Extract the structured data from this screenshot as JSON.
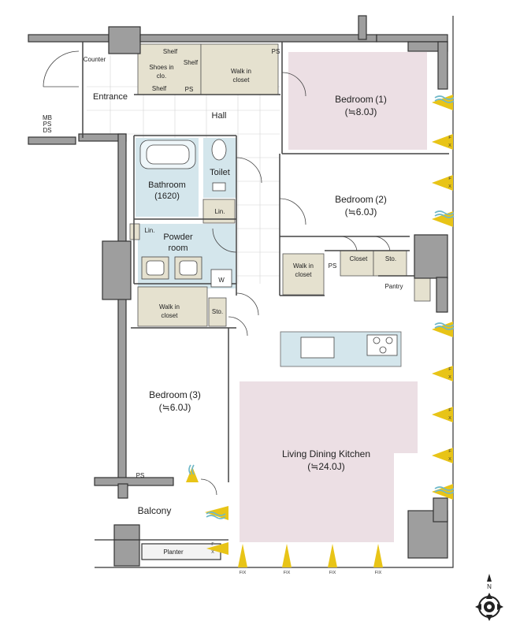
{
  "rooms": {
    "bedroom1": {
      "name": "Bedroom (1)",
      "size": "(≒8.0J)"
    },
    "bedroom2": {
      "name": "Bedroom (2)",
      "size": "(≒6.0J)"
    },
    "bedroom3": {
      "name": "Bedroom (3)",
      "size": "(≒6.0J)"
    },
    "ldk": {
      "name": "Living Dining Kitchen",
      "size": "(≒24.0J)"
    },
    "bathroom": {
      "name": "Bathroom",
      "size": "(1620)"
    },
    "toilet": "Toilet",
    "powder": {
      "line1": "Powder",
      "line2": "room"
    },
    "hall": "Hall",
    "entrance": "Entrance",
    "balcony": "Balcony"
  },
  "labels": {
    "counter": "Counter",
    "shoes": {
      "line1": "Shoes in",
      "line2": "clo."
    },
    "shelf": "Shelf",
    "ps": "PS",
    "walk_in": {
      "line1": "Walk in",
      "line2": "closet"
    },
    "lin": "Lin.",
    "sto": "Sto.",
    "closet": "Closet",
    "pantry": "Pantry",
    "planter": "Planter",
    "washer": "W",
    "mbpsds": [
      "MB",
      "PS",
      "DS"
    ],
    "fix": "FIX",
    "f": "F",
    "x": "X"
  },
  "compass": {
    "north": "N"
  },
  "colors": {
    "bedroom_fill": "#ecdfe4",
    "wet_fill": "#d4e6ec",
    "storage_fill": "#e5e1cf",
    "wall": "#9e9e9e",
    "wall_stroke": "#333333",
    "window_yellow": "#e8c417",
    "airflow_blue": "#6fb8c9"
  }
}
